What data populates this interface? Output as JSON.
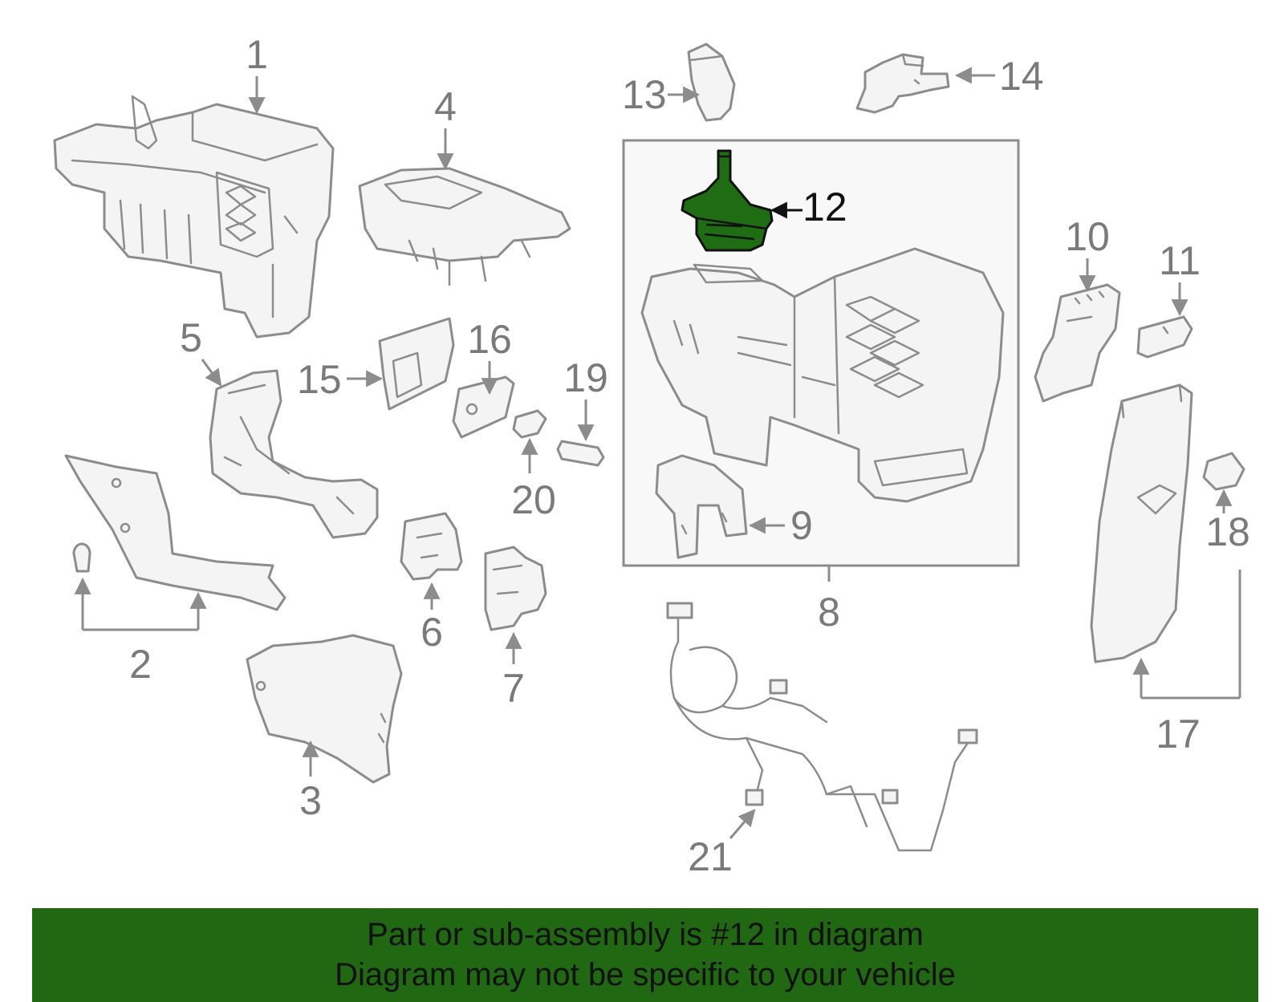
{
  "highlight": {
    "part_number": "12",
    "color": "#1f6d12"
  },
  "banner": {
    "line1": "Part or sub-assembly is #12 in diagram",
    "line2": "Diagram may not be specific to your vehicle",
    "background": "#206811"
  },
  "callouts": {
    "c1": "1",
    "c2": "2",
    "c3": "3",
    "c4": "4",
    "c5": "5",
    "c6": "6",
    "c7": "7",
    "c8": "8",
    "c9": "9",
    "c10": "10",
    "c11": "11",
    "c12": "12",
    "c13": "13",
    "c14": "14",
    "c15": "15",
    "c16": "16",
    "c17": "17",
    "c18": "18",
    "c19": "19",
    "c20": "20",
    "c21": "21"
  }
}
